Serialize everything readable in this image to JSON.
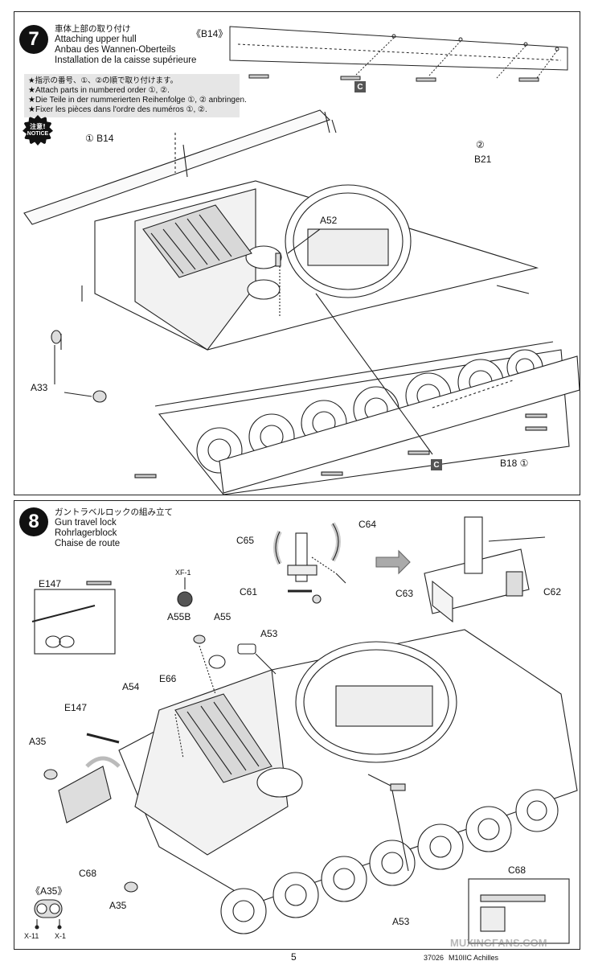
{
  "page_number": "5",
  "footer_code": "37026",
  "footer_title": "M10IIC Achilles",
  "watermark": "MUXINGFANS.COM",
  "step7": {
    "number": "7",
    "title_jp": "車体上部の取り付け",
    "title_en": "Attaching upper hull",
    "title_de": "Anbau des Wannen-Oberteils",
    "title_fr": "Installation de la caisse supérieure",
    "instr_jp": "★指示の番号、①、②の順で取り付けます。",
    "instr_en": "★Attach parts in numbered order ①, ②.",
    "instr_de": "★Die Teile in der nummerierten Reihenfolge ①, ② anbringen.",
    "instr_fr": "★Fixer les pièces dans l'ordre des numéros ①, ②.",
    "notice_jp": "注意!",
    "notice_en": "NOTICE",
    "subview_label": "《B14》",
    "cement_box": "C",
    "labels": {
      "b14": "① B14",
      "b21_num": "②",
      "b21": "B21",
      "a52": "A52",
      "a33": "A33",
      "b18": "B18 ①",
      "c_box2": "C"
    }
  },
  "step8": {
    "number": "8",
    "title_jp": "ガントラベルロックの組み立て",
    "title_en": "Gun travel lock",
    "title_de": "Rohrlagerblock",
    "title_fr": "Chaise de route",
    "labels": {
      "c64": "C64",
      "c65": "C65",
      "c61": "C61",
      "c63": "C63",
      "c62": "C62",
      "e147_a": "E147",
      "xf1": "XF-1",
      "a55b": "A55B",
      "a55": "A55",
      "a53_a": "A53",
      "a54": "A54",
      "e66": "E66",
      "e147_b": "E147",
      "a35_a": "A35",
      "c68_a": "C68",
      "a35_b": "A35",
      "a35_sub": "《A35》",
      "x11": "X-11",
      "x1": "X-1",
      "a53_b": "A53",
      "c68_b": "C68"
    }
  }
}
